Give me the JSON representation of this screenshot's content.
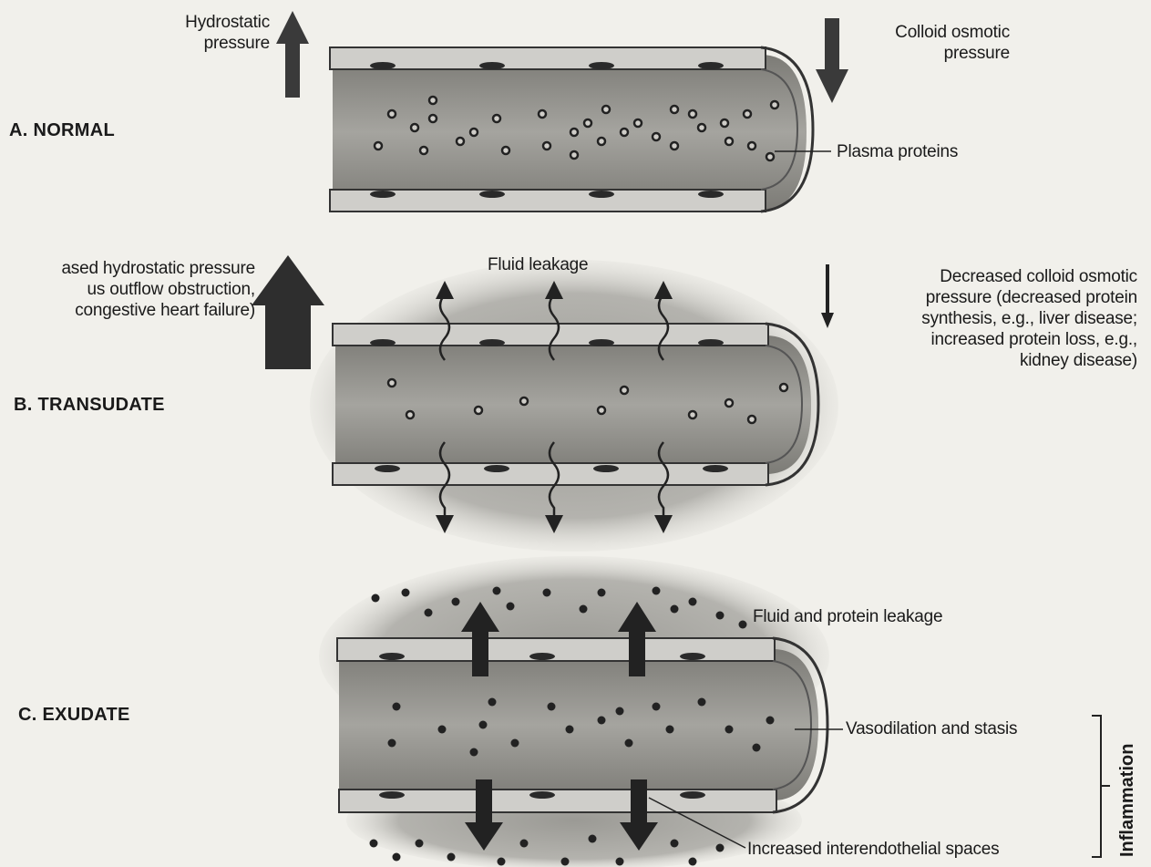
{
  "panels": [
    {
      "title": "A. NORMAL"
    },
    {
      "title": "B. TRANSUDATE"
    },
    {
      "title": "C. EXUDATE"
    }
  ],
  "labels": {
    "hydrostatic": [
      "Hydrostatic",
      "pressure"
    ],
    "colloid": [
      "Colloid osmotic",
      "pressure"
    ],
    "plasma_proteins": "Plasma proteins",
    "increased_hydrostatic": [
      "ased hydrostatic pressure",
      "us outflow obstruction,",
      "congestive heart failure)"
    ],
    "fluid_leakage": "Fluid leakage",
    "decreased_colloid": [
      "Decreased colloid osmotic",
      "pressure (decreased protein",
      "synthesis, e.g., liver disease;",
      "increased protein loss, e.g.,",
      "kidney disease)"
    ],
    "fluid_protein_leakage": "Fluid and protein leakage",
    "vasodilation": "Vasodilation and stasis",
    "interendothelial": "Increased interendothelial spaces",
    "inflammation": "Inflammation"
  },
  "colors": {
    "background": "#f1f0eb",
    "vessel_wall": "#c9c8c3",
    "lumen": "#8e8d88",
    "arrow": "#3a3a3a",
    "protein": "#2b2b2b",
    "edema": "#a9a8a3"
  }
}
